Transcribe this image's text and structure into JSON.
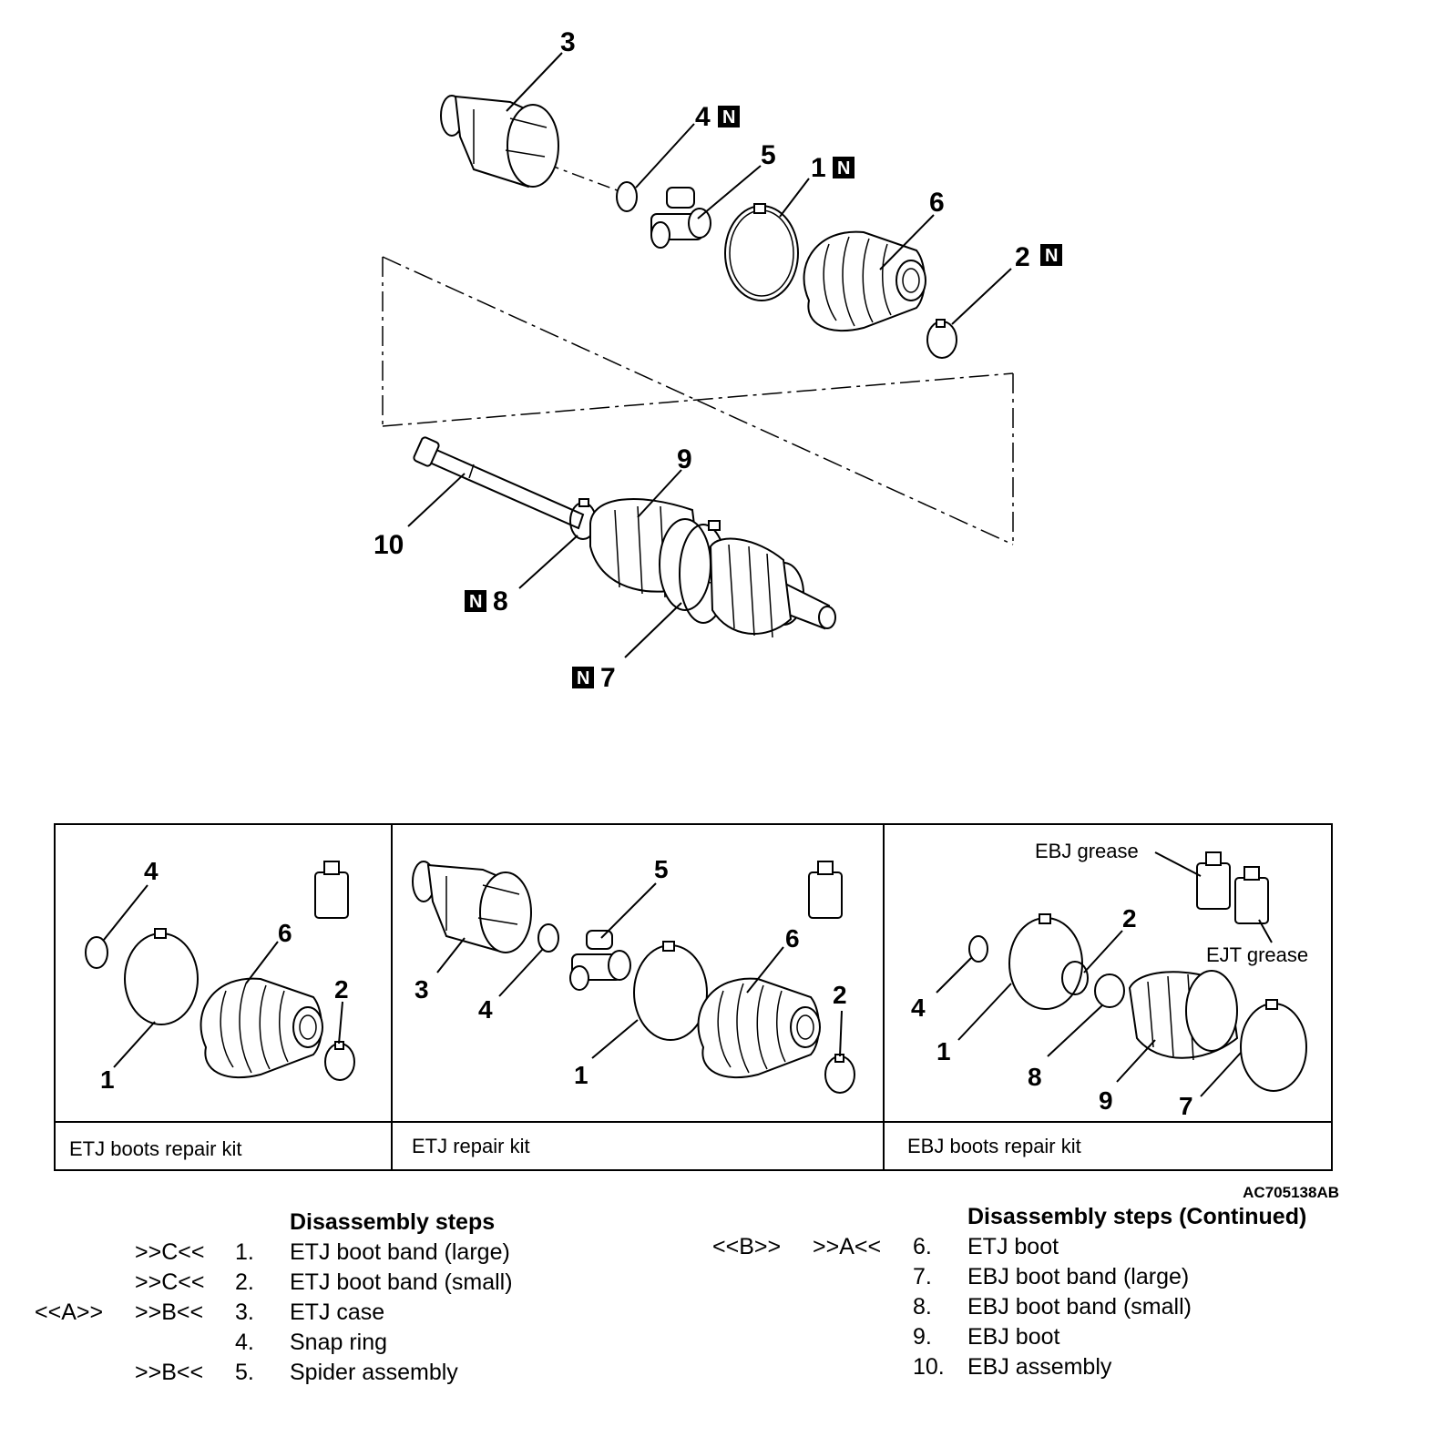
{
  "callouts": {
    "c3": "3",
    "c4": "4",
    "c5": "5",
    "c1": "1",
    "c6": "6",
    "c2": "2",
    "c9": "9",
    "c10": "10",
    "c8": "8",
    "c7": "7",
    "new_part_mark": "N"
  },
  "kits": [
    {
      "label": "ETJ boots repair kit",
      "callouts": [
        "4",
        "6",
        "2",
        "1"
      ]
    },
    {
      "label": "ETJ repair kit",
      "callouts": [
        "5",
        "6",
        "3",
        "4",
        "2",
        "1"
      ]
    },
    {
      "label": "EBJ boots repair kit",
      "callouts": [
        "2",
        "4",
        "1",
        "8",
        "9",
        "7"
      ],
      "grease": [
        "EBJ grease",
        "EJT grease"
      ]
    }
  ],
  "figure_id": "AC705138AB",
  "steps_left": {
    "heading": "Disassembly steps",
    "items": [
      {
        "mark1": "",
        "mark2": ">>C<<",
        "num": "1.",
        "text": "ETJ boot band (large)"
      },
      {
        "mark1": "",
        "mark2": ">>C<<",
        "num": "2.",
        "text": "ETJ boot band (small)"
      },
      {
        "mark1": "<<A>>",
        "mark2": ">>B<<",
        "num": "3.",
        "text": "ETJ case"
      },
      {
        "mark1": "",
        "mark2": "",
        "num": "4.",
        "text": "Snap ring"
      },
      {
        "mark1": "",
        "mark2": ">>B<<",
        "num": "5.",
        "text": "Spider assembly"
      }
    ]
  },
  "steps_right": {
    "heading": "Disassembly steps (Continued)",
    "items": [
      {
        "mark1": "<<B>>",
        "mark2": ">>A<<",
        "num": "6.",
        "text": "ETJ boot"
      },
      {
        "mark1": "",
        "mark2": "",
        "num": "7.",
        "text": "EBJ boot band (large)"
      },
      {
        "mark1": "",
        "mark2": "",
        "num": "8.",
        "text": "EBJ boot band (small)"
      },
      {
        "mark1": "",
        "mark2": "",
        "num": "9.",
        "text": "EBJ boot"
      },
      {
        "mark1": "",
        "mark2": "",
        "num": "10.",
        "text": "EBJ assembly"
      }
    ]
  }
}
